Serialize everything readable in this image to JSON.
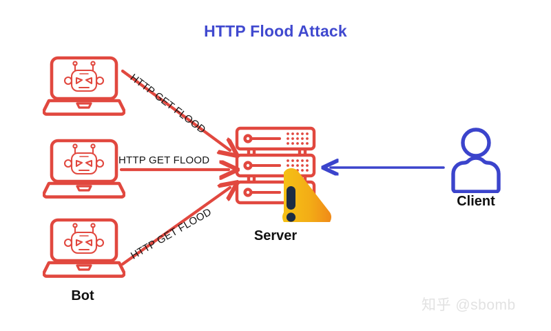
{
  "diagram": {
    "title": "HTTP Flood Attack",
    "title_color": "#4049cf",
    "background": "#ffffff",
    "attack_color": "#e1483f",
    "client_color": "#3b44cc",
    "warning_colors": {
      "left": "#f5c115",
      "right": "#f08a18",
      "mark": "#1c2c44"
    },
    "label_color": "#111111"
  },
  "nodes": {
    "bot_label": "Bot",
    "server_label": "Server",
    "client_label": "Client",
    "bots": [
      {
        "icon": "laptop-bot-icon"
      },
      {
        "icon": "laptop-bot-icon"
      },
      {
        "icon": "laptop-bot-icon"
      }
    ],
    "server_icon": "server-rack-icon",
    "warning_icon": "warning-triangle-icon",
    "client_icon": "user-person-icon"
  },
  "flows": {
    "attack_top": "HTTP GET FLOOD",
    "attack_mid": "HTTP GET FLOOD",
    "attack_bottom": "HTTP GET FLOOD"
  },
  "watermark": {
    "text": "知乎 @sbomb"
  }
}
